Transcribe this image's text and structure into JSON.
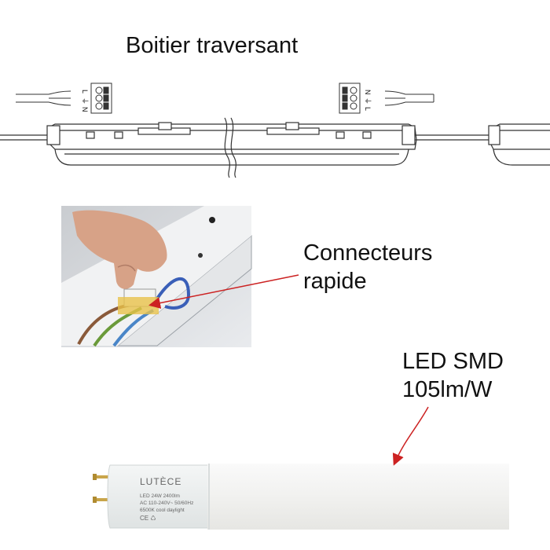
{
  "title": "Boitier traversant",
  "connector_label": {
    "line1": "Connecteurs",
    "line2": "rapide"
  },
  "led_label": {
    "line1": "LED SMD",
    "line2": "105lm/W"
  },
  "terminal_left": [
    "L",
    "⏚",
    "N"
  ],
  "terminal_right": [
    "N",
    "⏚",
    "L"
  ],
  "tube": {
    "brand": "LUTÈCE",
    "lines": [
      "LED 24W 2400lm",
      "AC 110-240V~ 50/60Hz",
      "6500K cool daylight",
      "CE ♺"
    ]
  },
  "colors": {
    "arrow": "#cc2222",
    "housing_stroke": "#333333",
    "tube_body": "#f3f3f1",
    "end_cap": "#e9ecec"
  }
}
